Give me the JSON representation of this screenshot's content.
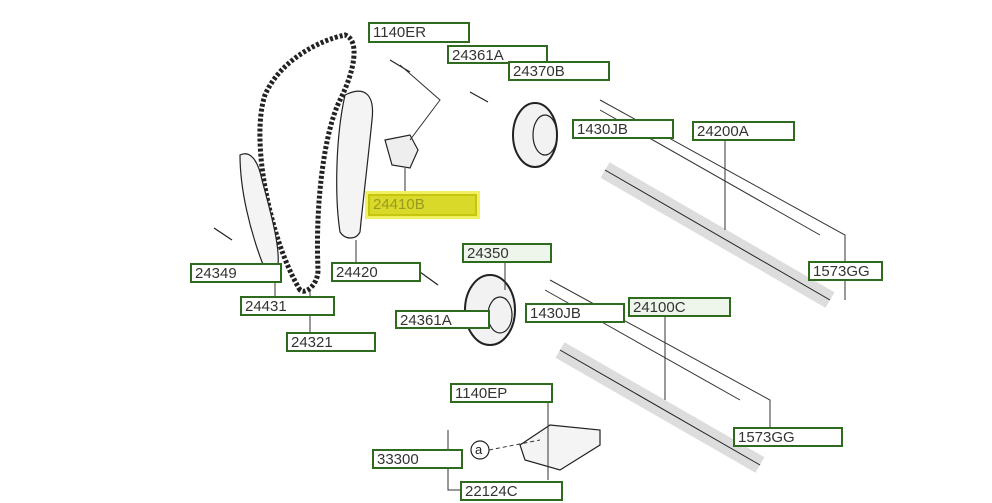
{
  "labels": {
    "l1140ER": "1140ER",
    "l24361A_top": "24361A",
    "l24370B": "24370B",
    "l1430JB_top": "1430JB",
    "l24200A": "24200A",
    "l24410B": "24410B",
    "l24349": "24349",
    "l24420": "24420",
    "l24431": "24431",
    "l24321": "24321",
    "l24350": "24350",
    "l24361A_low": "24361A",
    "l1430JB_low": "1430JB",
    "l24100C": "24100C",
    "l1573GG_top": "1573GG",
    "l1573GG_low": "1573GG",
    "l1140EP": "1140EP",
    "l33300": "33300",
    "l22124C": "22124C",
    "ref_a": "a"
  },
  "colors": {
    "box_border": "#2f6b1f",
    "highlight": "#d9d92a"
  },
  "highlighted_part": "24410B"
}
